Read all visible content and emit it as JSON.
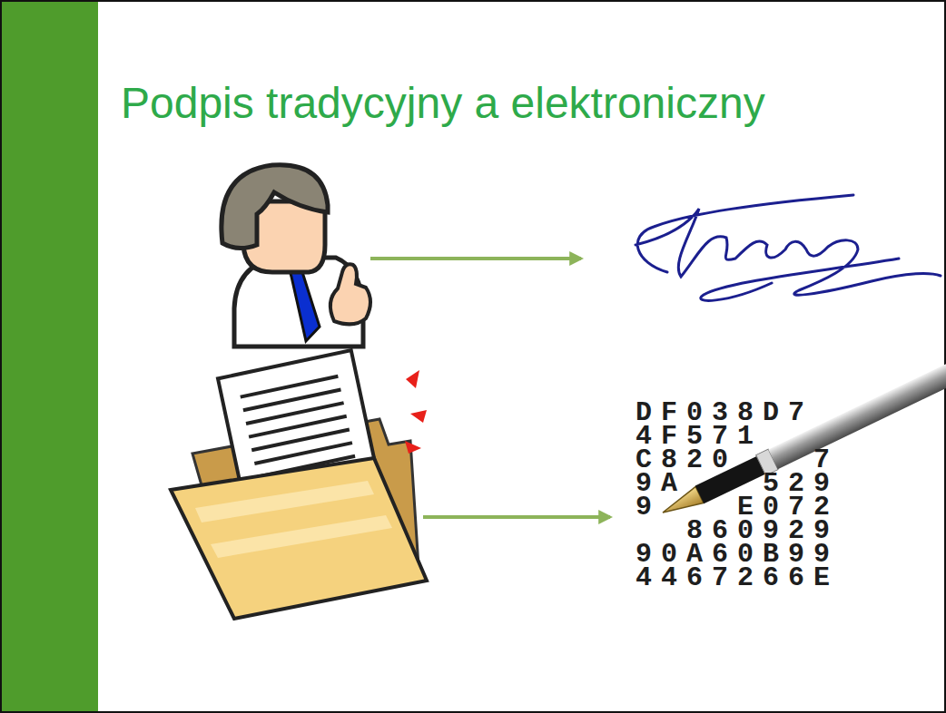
{
  "diagram": {
    "title": "Podpis tradycyjny a elektroniczny",
    "labels": [
      "DF038D7",
      "4F571",
      "C820",
      "7",
      "9A",
      "529",
      "9",
      "E072",
      "860929",
      "90A60B99",
      "4467266E"
    ]
  }
}
